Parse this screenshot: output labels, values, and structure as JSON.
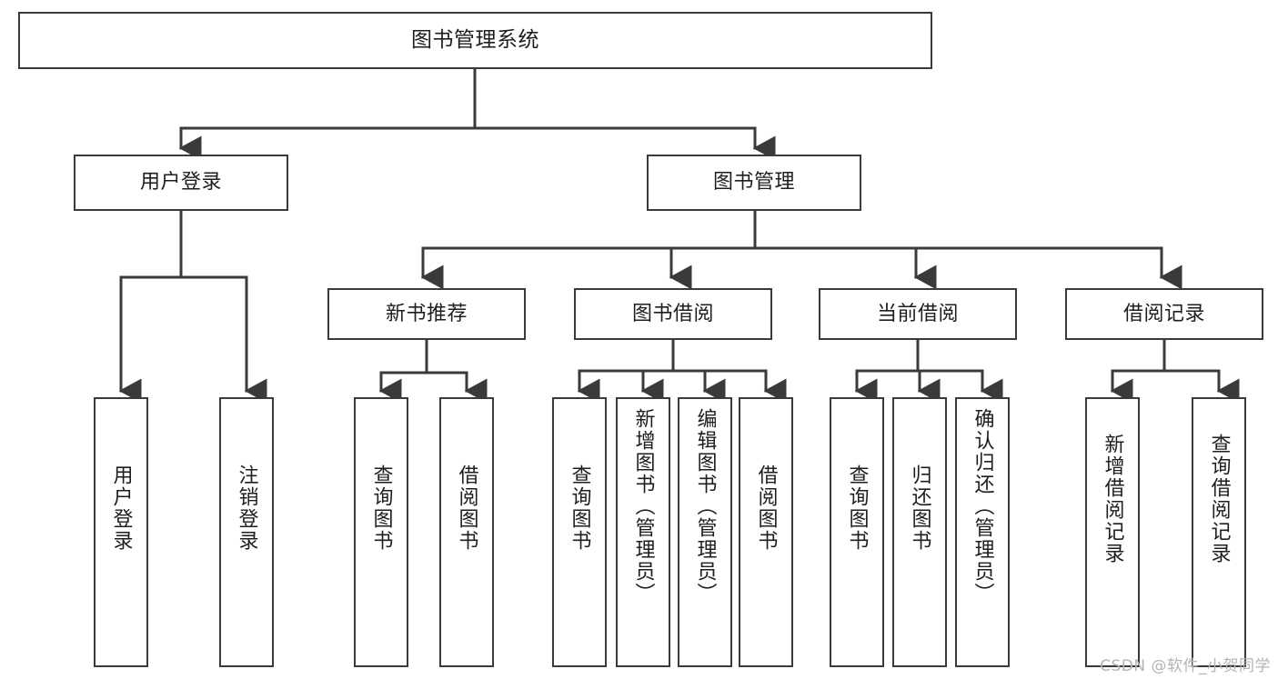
{
  "diagram": {
    "title": "图书管理系统",
    "type": "tree-hierarchy",
    "stroke_color": "#3a3a3a",
    "fill_color": "#ffffff",
    "text_color": "#1e1e1e"
  },
  "root": {
    "label": "图书管理系统"
  },
  "level2": [
    {
      "id": "user-login",
      "label": "用户登录"
    },
    {
      "id": "book-management",
      "label": "图书管理"
    }
  ],
  "level3": [
    {
      "id": "new-book-recommend",
      "label": "新书推荐"
    },
    {
      "id": "book-borrow",
      "label": "图书借阅"
    },
    {
      "id": "current-borrow",
      "label": "当前借阅"
    },
    {
      "id": "borrow-record",
      "label": "借阅记录"
    }
  ],
  "leaves": {
    "user_login": [
      {
        "id": "leaf-user-login",
        "label": "用户登录"
      },
      {
        "id": "leaf-user-logout",
        "label": "注销登录"
      }
    ],
    "new_book_recommend": [
      {
        "id": "leaf-query-book-1",
        "label": "查询图书"
      },
      {
        "id": "leaf-borrow-book-1",
        "label": "借阅图书"
      }
    ],
    "book_borrow": [
      {
        "id": "leaf-query-book-2",
        "label": "查询图书"
      },
      {
        "id": "leaf-add-book",
        "label": "新增图书（管理员）"
      },
      {
        "id": "leaf-edit-book",
        "label": "编辑图书（管理员）"
      },
      {
        "id": "leaf-borrow-book-2",
        "label": "借阅图书"
      }
    ],
    "current_borrow": [
      {
        "id": "leaf-query-book-3",
        "label": "查询图书"
      },
      {
        "id": "leaf-return-book",
        "label": "归还图书"
      },
      {
        "id": "leaf-confirm-return",
        "label": "确认归还（管理员）"
      }
    ],
    "borrow_record": [
      {
        "id": "leaf-add-record",
        "label": "新增借阅记录"
      },
      {
        "id": "leaf-query-record",
        "label": "查询借阅记录"
      }
    ]
  },
  "watermark": {
    "text": "CSDN @软件_小贺同学"
  }
}
